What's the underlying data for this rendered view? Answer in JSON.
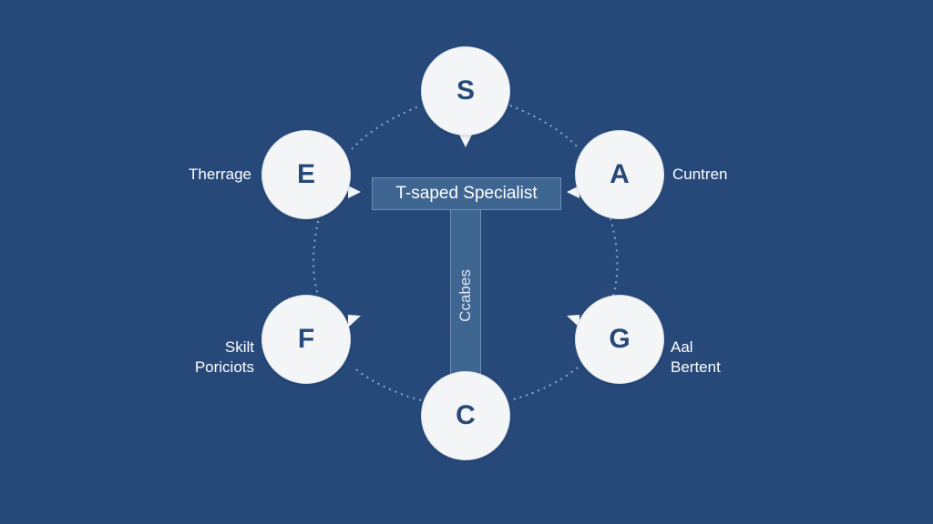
{
  "colors": {
    "background": "#26497a",
    "node_fill": "#f4f5f6",
    "node_letter": "#26497a",
    "t_shape": "#3f6591",
    "label": "#ffffff"
  },
  "diagram": {
    "nodes": {
      "s": {
        "letter": "S"
      },
      "a": {
        "letter": "A"
      },
      "g": {
        "letter": "G"
      },
      "c": {
        "letter": "C"
      },
      "f": {
        "letter": "F"
      },
      "e": {
        "letter": "E"
      }
    },
    "labels": {
      "e": "Therrage",
      "a": "Cuntren",
      "f_line1": "Skilt",
      "f_line2": "Poriciots",
      "g_line1": "Aal",
      "g_line2": "Bertent"
    },
    "t_shape": {
      "bar_label": "T-saped Specialist",
      "stem_label": "Ccabes"
    }
  }
}
